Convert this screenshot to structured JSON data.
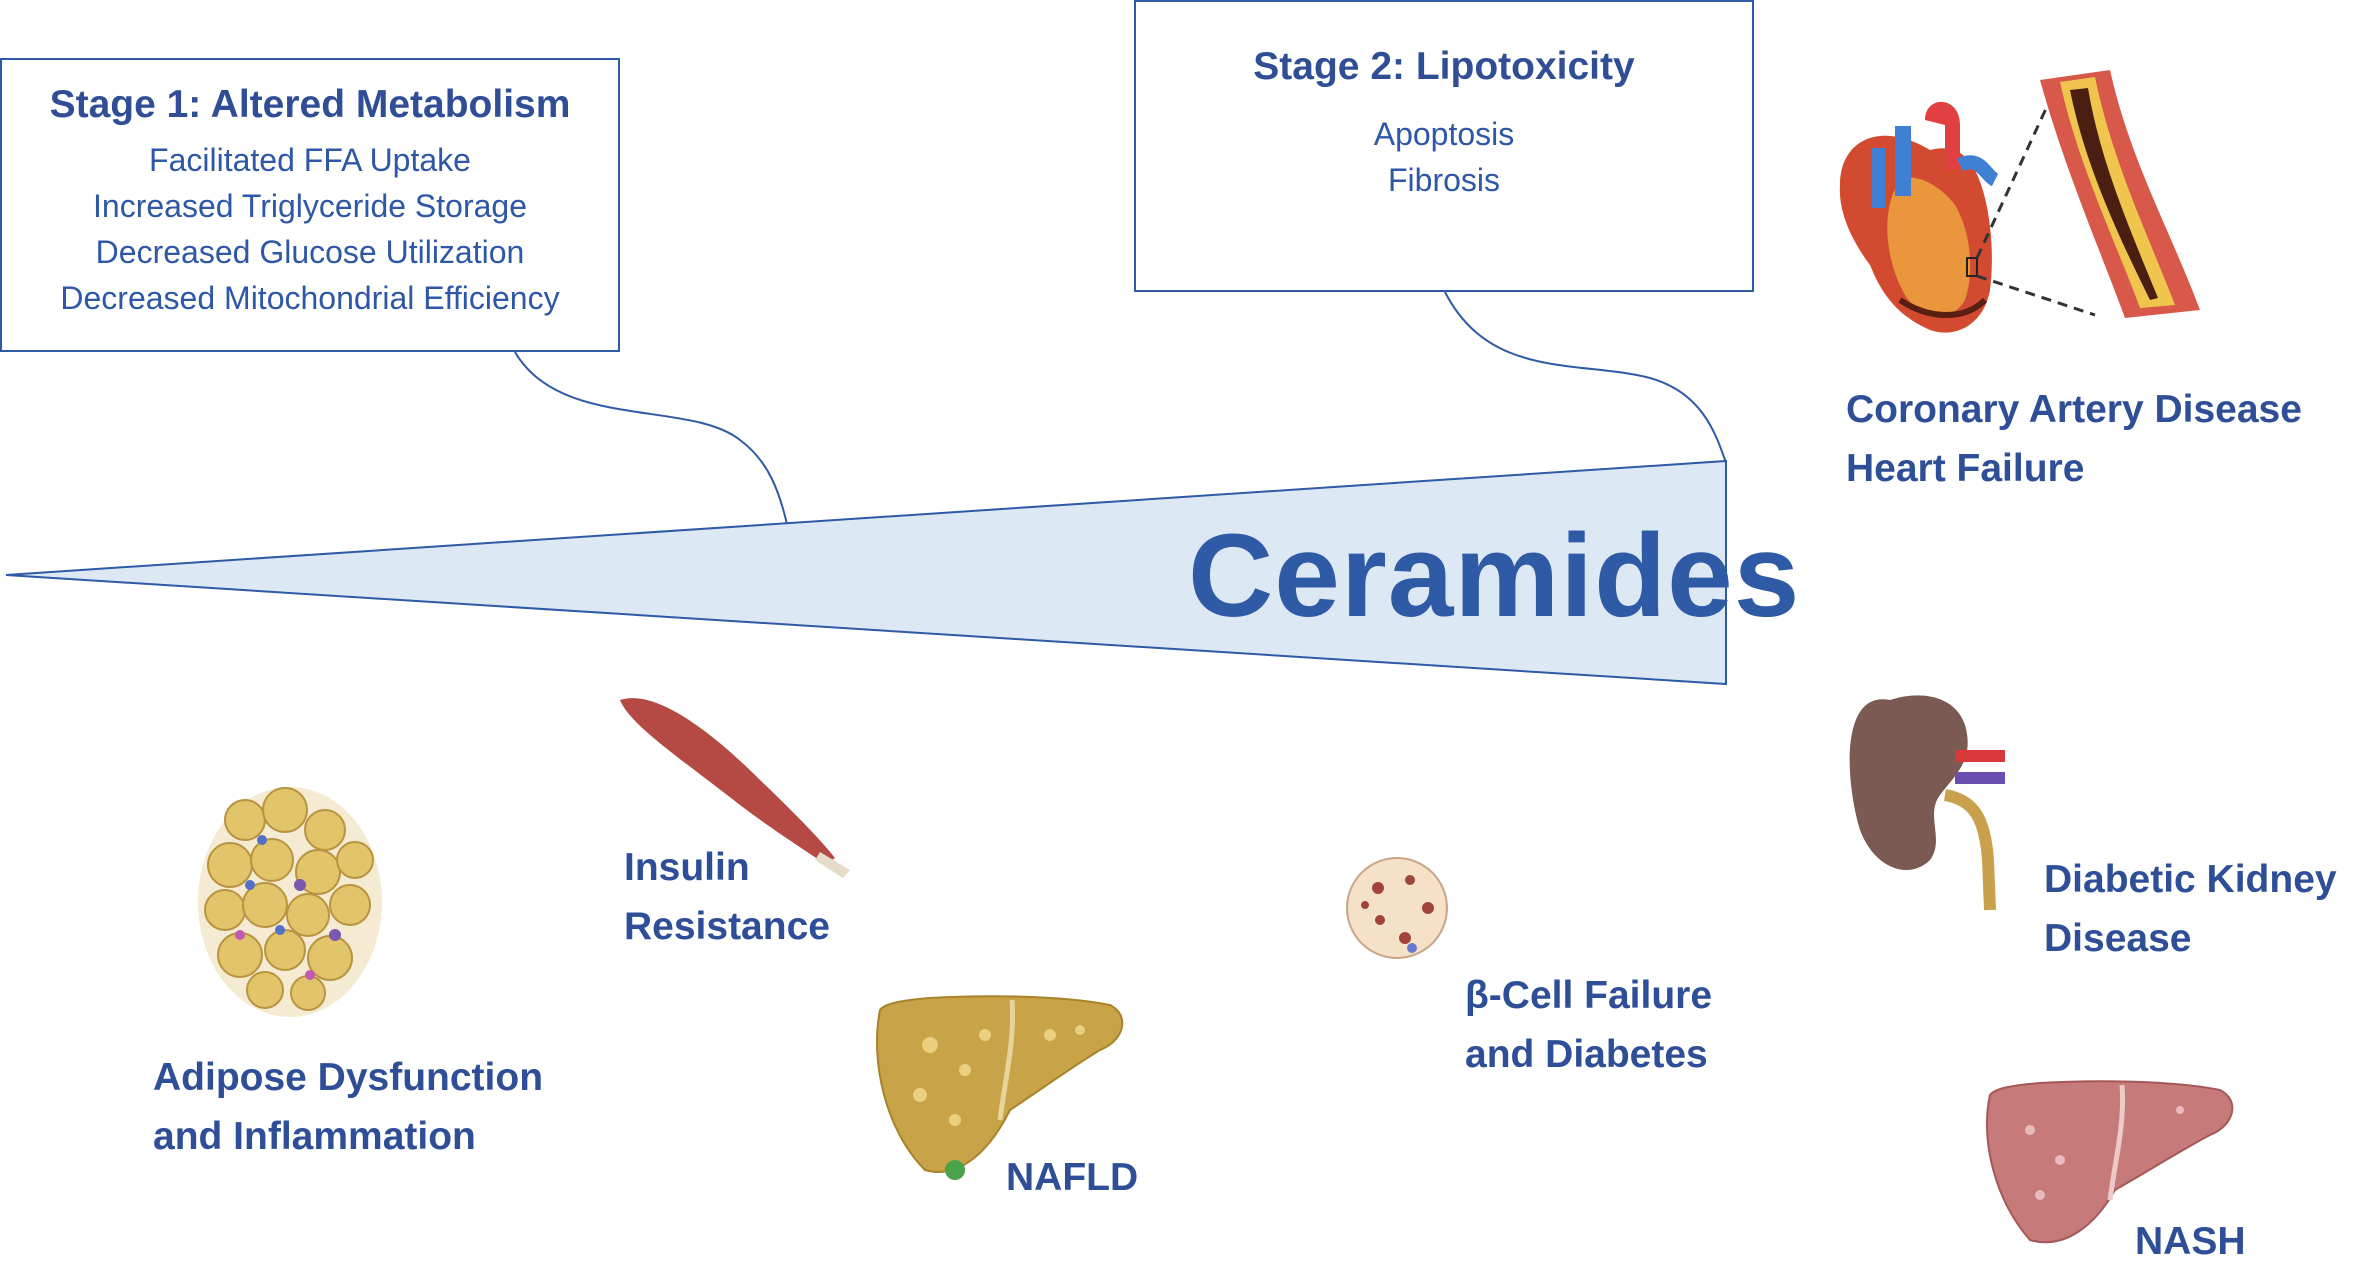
{
  "stage1": {
    "title": "Stage 1: Altered Metabolism",
    "items": [
      "Facilitated FFA Uptake",
      "Increased Triglyceride Storage",
      "Decreased Glucose Utilization",
      "Decreased Mitochondrial Efficiency"
    ]
  },
  "stage2": {
    "title": "Stage 2: Lipotoxicity",
    "items": [
      "Apoptosis",
      "Fibrosis"
    ]
  },
  "wedge_label": "Ceramides",
  "labels": {
    "cad_line1": "Coronary Artery Disease",
    "cad_line2": "Heart Failure",
    "insulin_line1": "Insulin",
    "insulin_line2": "Resistance",
    "adipose_line1": "Adipose Dysfunction",
    "adipose_line2": "and Inflammation",
    "nafld": "NAFLD",
    "beta_line1": "β-Cell Failure",
    "beta_line2": "and Diabetes",
    "dkd_line1": "Diabetic Kidney",
    "dkd_line2": "Disease",
    "nash": "NASH"
  },
  "icons": [
    "heart-icon",
    "artery-icon",
    "kidney-icon",
    "muscle-icon",
    "adipose-cells-icon",
    "fatty-liver-icon",
    "beta-cell-islet-icon",
    "nash-liver-icon"
  ],
  "colors": {
    "text": "#2e4f97",
    "border": "#2f5aa6",
    "wedge_fill": "#dde8f5"
  }
}
